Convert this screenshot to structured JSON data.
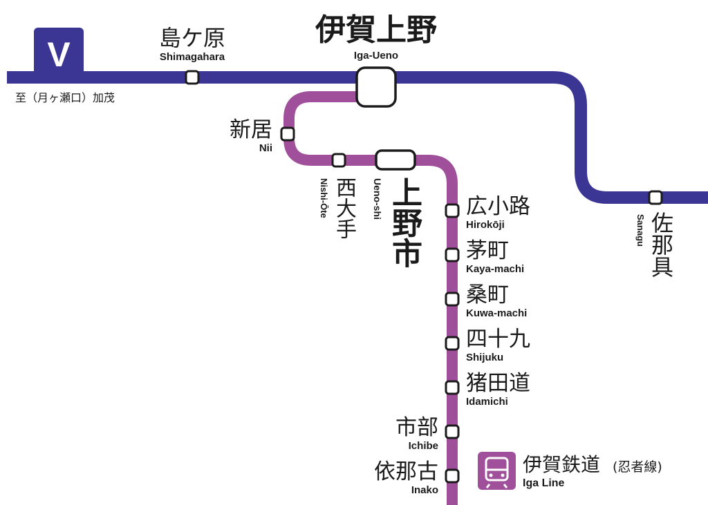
{
  "colors": {
    "kintetsu_line": "#3b3593",
    "iga_line": "#a0509a",
    "station_fill": "#ffffff",
    "station_stroke": "#1a1a1a"
  },
  "line_badge": {
    "letter": "V",
    "color": "#3b3593"
  },
  "kintetsu_direction": "至（月ヶ瀬口）加茂",
  "stations": {
    "shimagahara": {
      "jp": "島ケ原",
      "en": "Shimagahara"
    },
    "iga_ueno": {
      "jp": "伊賀上野",
      "en": "Iga-Ueno"
    },
    "sanagu": {
      "jp": "佐那具",
      "en": "Sanagu"
    },
    "nii": {
      "jp": "新居",
      "en": "Nii"
    },
    "nishi_ote": {
      "jp": "西大手",
      "en": "Nishi-Ōte"
    },
    "ueno_shi": {
      "jp": "上野市",
      "en": "Ueno-shi"
    },
    "hirokoji": {
      "jp": "広小路",
      "en": "Hirokōji"
    },
    "kaya_machi": {
      "jp": "茅町",
      "en": "Kaya-machi"
    },
    "kuwa_machi": {
      "jp": "桑町",
      "en": "Kuwa-machi"
    },
    "shijuku": {
      "jp": "四十九",
      "en": "Shijuku"
    },
    "idamichi": {
      "jp": "猪田道",
      "en": "Idamichi"
    },
    "ichibe": {
      "jp": "市部",
      "en": "Ichibe"
    },
    "inako": {
      "jp": "依那古",
      "en": "Inako"
    }
  },
  "legend": {
    "icon": "train-icon",
    "jp": "伊賀鉄道",
    "jp_sub": "(忍者線)",
    "en": "Iga Line"
  }
}
